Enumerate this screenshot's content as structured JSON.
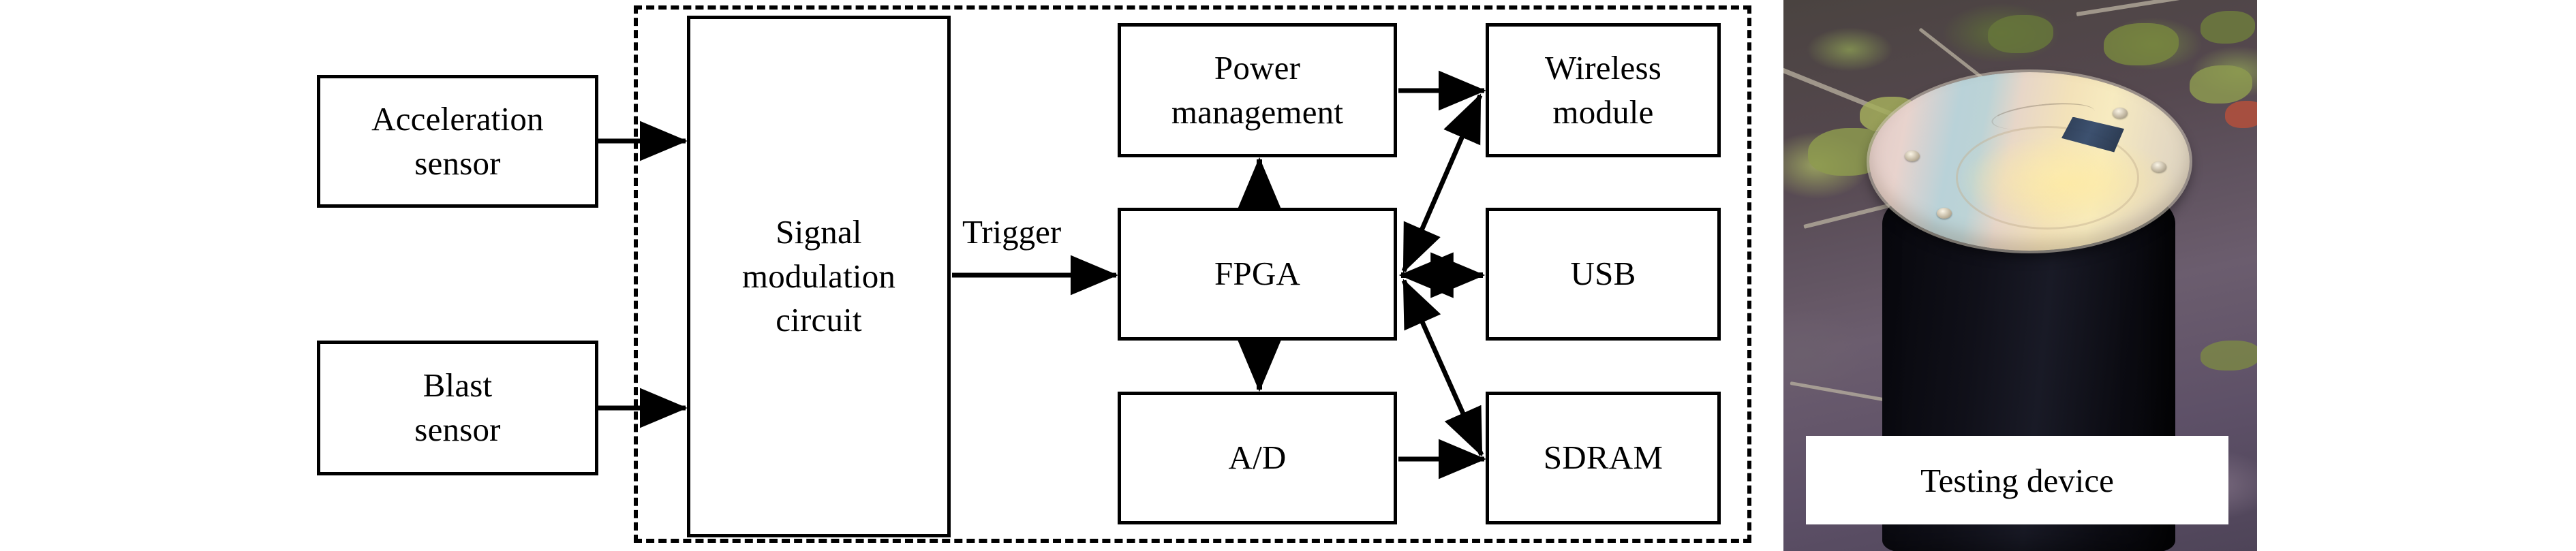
{
  "figure": {
    "kind": "block-diagram-with-photo",
    "stroke_color": "#000000",
    "background_color": "#ffffff"
  },
  "inputs": [
    {
      "id": "acceleration-sensor",
      "label": "Acceleration\nsensor"
    },
    {
      "id": "blast-sensor",
      "label": "Blast\nsensor"
    }
  ],
  "enclosure": {
    "style": "dashed",
    "label": ""
  },
  "blocks": [
    {
      "id": "signal-modulation-circuit",
      "label": "Signal\nmodulation\ncircuit"
    },
    {
      "id": "power-management",
      "label": "Power\nmanagement"
    },
    {
      "id": "fpga",
      "label": "FPGA"
    },
    {
      "id": "ad-converter",
      "label": "A/D"
    },
    {
      "id": "wireless-module",
      "label": "Wireless\nmodule"
    },
    {
      "id": "usb",
      "label": "USB"
    },
    {
      "id": "sdram",
      "label": "SDRAM"
    }
  ],
  "edges": [
    {
      "from": "acceleration-sensor",
      "to": "signal-modulation-circuit",
      "label": "",
      "arrow": "single"
    },
    {
      "from": "blast-sensor",
      "to": "signal-modulation-circuit",
      "label": "",
      "arrow": "single"
    },
    {
      "from": "signal-modulation-circuit",
      "to": "fpga",
      "label": "Trigger",
      "arrow": "single"
    },
    {
      "from": "fpga",
      "to": "power-management",
      "label": "",
      "arrow": "single"
    },
    {
      "from": "fpga",
      "to": "ad-converter",
      "label": "",
      "arrow": "single"
    },
    {
      "from": "fpga",
      "to": "wireless-module",
      "label": "",
      "arrow": "double"
    },
    {
      "from": "fpga",
      "to": "usb",
      "label": "",
      "arrow": "double"
    },
    {
      "from": "fpga",
      "to": "sdram",
      "label": "",
      "arrow": "double"
    },
    {
      "from": "ad-converter",
      "to": "sdram",
      "label": "",
      "arrow": "single"
    }
  ],
  "edge_labels": {
    "trigger": "Trigger"
  },
  "photo": {
    "caption": "Testing device",
    "scene_description": "cylindrical black canister with iridescent metal lid on soil"
  }
}
